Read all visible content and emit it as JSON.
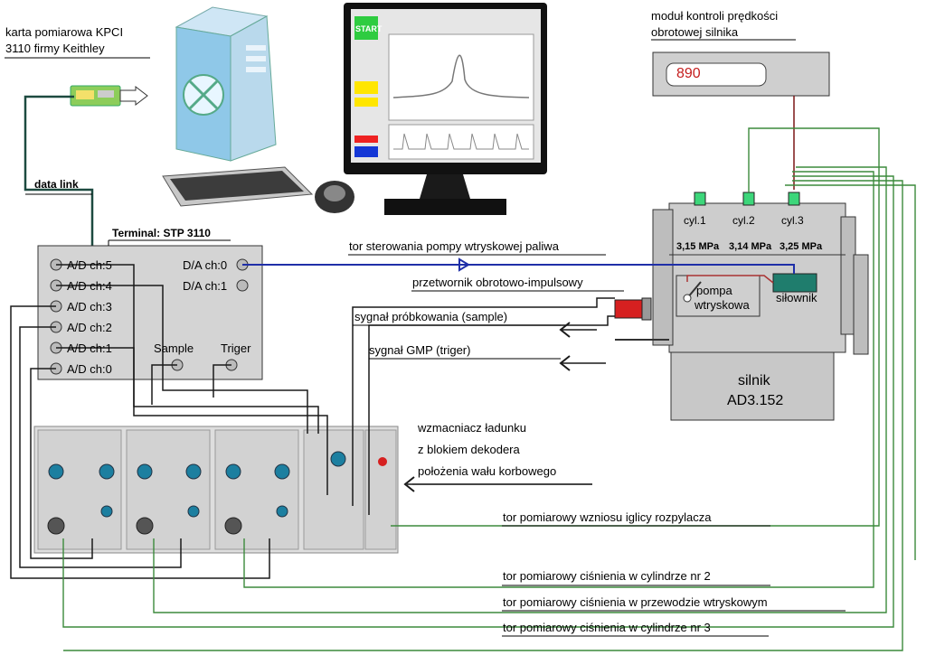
{
  "card": {
    "line1": "karta pomiarowa KPCI",
    "line2": "3110 firmy Keithley"
  },
  "data_link": "data link",
  "terminal": {
    "title": "Terminal: STP 3110",
    "ad": [
      "A/D ch:5",
      "A/D ch:4",
      "A/D ch:3",
      "A/D ch:2",
      "A/D ch:1",
      "A/D ch:0"
    ],
    "da": [
      "D/A ch:0",
      "D/A ch:1"
    ],
    "sample": "Sample",
    "trigger": "Triger"
  },
  "monitor": {
    "start_label": "START"
  },
  "speed_module": {
    "title_line1": "moduł kontroli prędkości",
    "title_line2": "obrotowej silnika",
    "display_value": "890"
  },
  "engine": {
    "cylinders": [
      "cyl.1",
      "cyl.2",
      "cyl.3"
    ],
    "pressures": [
      "3,15 MPa",
      "3,14 MPa",
      "3,25 MPa"
    ],
    "pump_line1": "pompa",
    "pump_line2": "wtryskowa",
    "actuator": "siłownik",
    "name_line1": "silnik",
    "name_line2": "AD3.152"
  },
  "signals": {
    "fuel_pump_control": "tor sterowania pompy wtryskowej paliwa",
    "rotary_converter": "przetwornik obrotowo-impulsowy",
    "sample_signal": "sygnał próbkowania (sample)",
    "gmp_signal": "sygnał GMP (triger)"
  },
  "amplifier": {
    "line1": "wzmacniacz ładunku",
    "line2": "z blokiem dekodera",
    "line3": "położenia wału korbowego"
  },
  "paths": {
    "needle_lift": "tor pomiarowy wzniosu iglicy rozpylacza",
    "cyl2_pressure": "tor pomiarowy ciśnienia w cylindrze nr 2",
    "line_pressure": "tor pomiarowy ciśnienia w przewodzie wtryskowym",
    "cyl3_pressure": "tor pomiarowy ciśnienia w cylindrze nr 3"
  },
  "colors": {
    "blue_wire": "#1f2fa8",
    "green_wire": "#3c8a3c",
    "dark_wire": "#1a1a1a",
    "red_wire": "#7a1515",
    "panel": "#d4d4d4"
  }
}
